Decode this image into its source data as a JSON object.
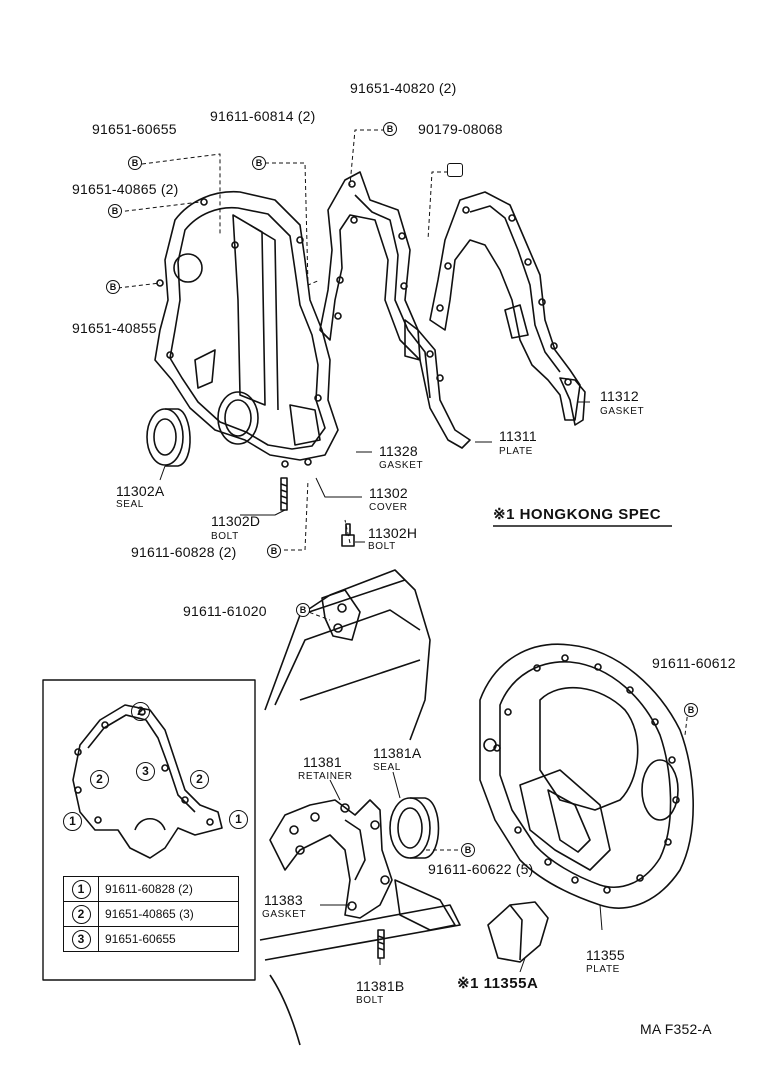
{
  "labels": {
    "b60655_top": "91651-60655",
    "b40865_top": "91651-40865 (2)",
    "b40855_left": "91651-40855",
    "b60814": "91611-60814 (2)",
    "b40820": "91651-40820 (2)",
    "b08068": "90179-08068",
    "gasket_11312": "11312",
    "gasket_11312_sub": "GASKET",
    "plate_11311": "11311",
    "plate_11311_sub": "PLATE",
    "gasket_11328": "11328",
    "gasket_11328_sub": "GASKET",
    "cover_11302": "11302",
    "cover_11302_sub": "COVER",
    "seal_11302a": "11302A",
    "seal_11302a_sub": "SEAL",
    "bolt_11302d": "11302D",
    "bolt_11302d_sub": "BOLT",
    "bolt_11302h": "11302H",
    "bolt_11302h_sub": "BOLT",
    "b60828": "91611-60828 (2)",
    "hongkong": "※1 HONGKONG SPEC",
    "b61020": "91611-61020",
    "b60612": "91611-60612",
    "retainer_11381": "11381",
    "retainer_11381_sub": "RETAINER",
    "seal_11381a": "11381A",
    "seal_11381a_sub": "SEAL",
    "b60622": "91611-60622 (5)",
    "gasket_11383": "11383",
    "gasket_11383_sub": "GASKET",
    "bolt_11381b": "11381B",
    "bolt_11381b_sub": "BOLT",
    "part_11355a": "※1 11355A",
    "plate_11355": "11355",
    "plate_11355_sub": "PLATE",
    "diagram_code": "MA F352-A",
    "bolt_mark": "B"
  },
  "inset": {
    "callouts": [
      "1",
      "2",
      "3"
    ],
    "legend": [
      {
        "key": "1",
        "part": "91611-60828 (2)"
      },
      {
        "key": "2",
        "part": "91651-40865 (3)"
      },
      {
        "key": "3",
        "part": "91651-60655"
      }
    ]
  }
}
